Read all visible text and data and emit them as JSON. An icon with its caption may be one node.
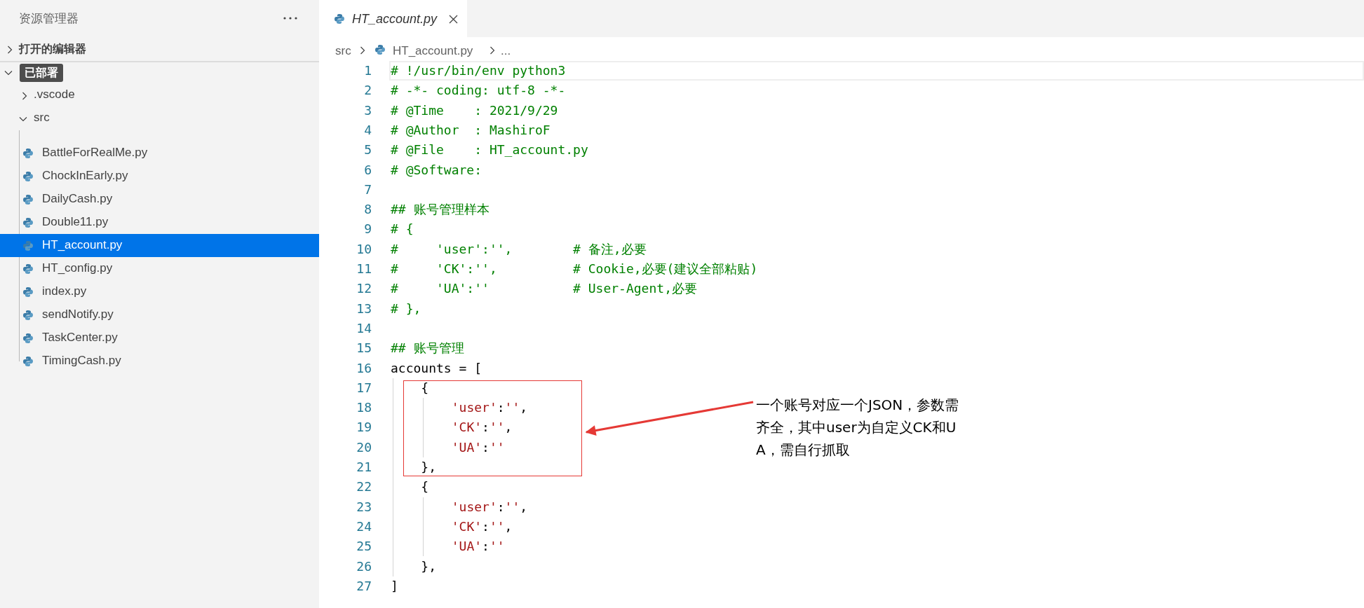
{
  "diagram": {
    "nodes": [
      {
        "text": [],
        "shape": "box"
      },
      {
        "text": [
          "一个账号对应一个JSON，参数需齐全，其中user为自定义CK和UA，需自行抓取"
        ]
      }
    ],
    "edges": [
      {
        "from": 1,
        "to": 0,
        "arrow": "to"
      }
    ],
    "labels": [
      "资源管理器",
      "打开的编辑器",
      "已部署",
      ".vscode",
      "src",
      "BattleForRealMe.py",
      "ChockInEarly.py",
      "DailyCash.py",
      "Double11.py",
      "HT_account.py",
      "HT_config.py",
      "index.py",
      "sendNotify.py",
      "TaskCenter.py",
      "TimingCash.py",
      "HT_account.py",
      "src",
      "HT_account.py",
      "...",
      "1",
      "# !/usr/bin/env python3",
      "2",
      "# -*- coding: utf-8 -*-",
      "3",
      "# @Time    : 2021/9/29",
      "4",
      "# @Author  : MashiroF",
      "5",
      "# @File    : HT_account.py",
      "6",
      "# @Software:",
      "7",
      "8",
      "## 账号管理样本",
      "9",
      "# {",
      "10",
      "#     'user':'',        # 备注,必要",
      "11",
      "#     'CK':'',          # Cookie,必要(建议全部粘贴)",
      "12",
      "#     'UA':''           # User-Agent,必要",
      "13",
      "# },",
      "14",
      "15",
      "## 账号管理",
      "16",
      "accounts = [",
      "17",
      "    {",
      "18",
      "        'user':'',",
      "19",
      "        'CK':'',",
      "20",
      "        'UA':''",
      "21",
      "    },",
      "22",
      "    {",
      "23",
      "        'user':'',",
      "24",
      "        'CK':'',",
      "25",
      "        'UA':''",
      "26",
      "    },",
      "27",
      "]"
    ]
  }
}
